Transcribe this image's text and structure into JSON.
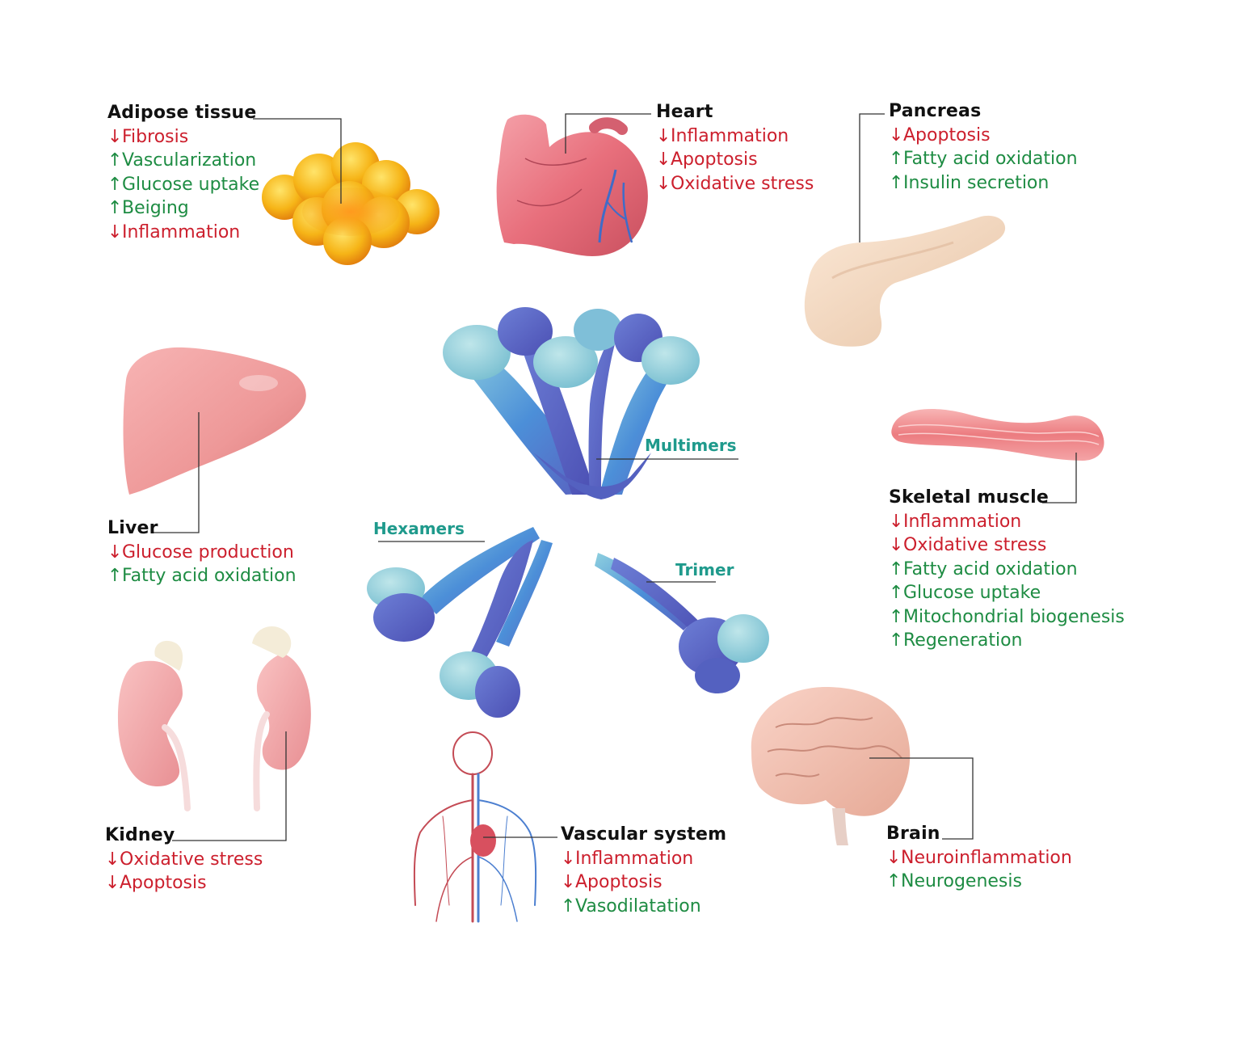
{
  "organs": {
    "adipose": {
      "title": "Adipose tissue",
      "effects": [
        {
          "dir": "down",
          "arrow": "↓",
          "text": "Fibrosis"
        },
        {
          "dir": "up",
          "arrow": "↑",
          "text": "Vascularization"
        },
        {
          "dir": "up",
          "arrow": "↑",
          "text": "Glucose uptake"
        },
        {
          "dir": "up",
          "arrow": "↑",
          "text": "Beiging"
        },
        {
          "dir": "down",
          "arrow": "↓",
          "text": "Inflammation"
        }
      ]
    },
    "heart": {
      "title": "Heart",
      "effects": [
        {
          "dir": "down",
          "arrow": "↓",
          "text": "Inflammation"
        },
        {
          "dir": "down",
          "arrow": "↓",
          "text": "Apoptosis"
        },
        {
          "dir": "down",
          "arrow": "↓",
          "text": "Oxidative stress"
        }
      ]
    },
    "pancreas": {
      "title": "Pancreas",
      "effects": [
        {
          "dir": "down",
          "arrow": "↓",
          "text": "Apoptosis"
        },
        {
          "dir": "up",
          "arrow": "↑",
          "text": "Fatty acid oxidation"
        },
        {
          "dir": "up",
          "arrow": "↑",
          "text": "Insulin secretion"
        }
      ]
    },
    "liver": {
      "title": "Liver",
      "effects": [
        {
          "dir": "down",
          "arrow": "↓",
          "text": "Glucose production"
        },
        {
          "dir": "up",
          "arrow": "↑",
          "text": "Fatty acid oxidation"
        }
      ]
    },
    "skeletal_muscle": {
      "title": "Skeletal muscle",
      "effects": [
        {
          "dir": "down",
          "arrow": "↓",
          "text": "Inflammation"
        },
        {
          "dir": "down",
          "arrow": "↓",
          "text": "Oxidative stress"
        },
        {
          "dir": "up",
          "arrow": "↑",
          "text": "Fatty acid oxidation"
        },
        {
          "dir": "up",
          "arrow": "↑",
          "text": "Glucose uptake"
        },
        {
          "dir": "up",
          "arrow": "↑",
          "text": "Mitochondrial biogenesis"
        },
        {
          "dir": "up",
          "arrow": "↑",
          "text": "Regeneration"
        }
      ]
    },
    "kidney": {
      "title": "Kidney",
      "effects": [
        {
          "dir": "down",
          "arrow": "↓",
          "text": "Oxidative stress"
        },
        {
          "dir": "down",
          "arrow": "↓",
          "text": "Apoptosis"
        }
      ]
    },
    "vascular": {
      "title": "Vascular system",
      "effects": [
        {
          "dir": "down",
          "arrow": "↓",
          "text": "Inflammation"
        },
        {
          "dir": "down",
          "arrow": "↓",
          "text": "Apoptosis"
        },
        {
          "dir": "up",
          "arrow": "↑",
          "text": "Vasodilatation"
        }
      ]
    },
    "brain": {
      "title": "Brain",
      "effects": [
        {
          "dir": "down",
          "arrow": "↓",
          "text": "Neuroinflammation"
        },
        {
          "dir": "up",
          "arrow": "↑",
          "text": "Neurogenesis"
        }
      ]
    }
  },
  "protein_forms": {
    "multimers": "Multimers",
    "hexamers": "Hexamers",
    "trimer": "Trimer"
  },
  "colors": {
    "decrease": "#cc1f2d",
    "increase": "#1e8c43",
    "form_label": "#1f9a8c",
    "leader_line": "#333333"
  },
  "icons": [
    "adipose-tissue-icon",
    "heart-icon",
    "pancreas-icon",
    "liver-icon",
    "skeletal-muscle-icon",
    "kidney-icon",
    "vascular-system-icon",
    "brain-icon",
    "protein-multimer-icon",
    "protein-hexamer-icon",
    "protein-trimer-icon"
  ]
}
